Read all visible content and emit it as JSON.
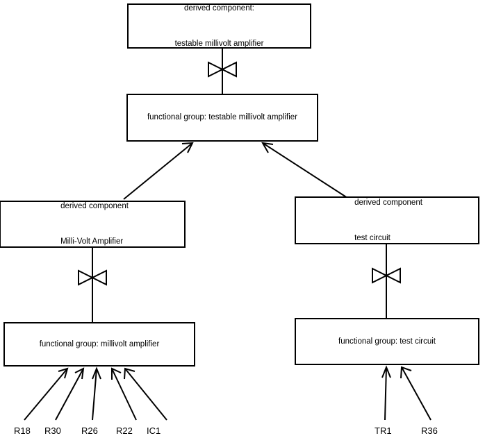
{
  "diagram": {
    "title": "derived component decomposition diagram",
    "background_color": "#ffffff",
    "line_color": "#000000",
    "nodes": [
      {
        "id": "derived-testable-millivolt-amplifier",
        "line1": "derived component:",
        "line2": "testable millivolt amplifier",
        "kind": "derived component",
        "align": "center"
      },
      {
        "id": "fg-testable-millivolt-amplifier",
        "line1": "functional group: testable millivolt amplifier",
        "line2": "",
        "kind": "functional group",
        "align": "center"
      },
      {
        "id": "derived-milli-volt-amplifier",
        "line1": "derived component",
        "line2": "Milli-Volt Amplifier",
        "kind": "derived component",
        "align": "left"
      },
      {
        "id": "derived-test-circuit",
        "line1": "derived component",
        "line2": "test circuit",
        "kind": "derived component",
        "align": "left"
      },
      {
        "id": "fg-millivolt-amplifier",
        "line1": "functional group: millivolt amplifier",
        "line2": "",
        "kind": "functional group",
        "align": "center"
      },
      {
        "id": "fg-test-circuit",
        "line1": "functional group: test circuit",
        "line2": "",
        "kind": "functional group",
        "align": "center"
      }
    ],
    "leaf_labels_left": [
      {
        "id": "r18",
        "label": "R18"
      },
      {
        "id": "r30",
        "label": "R30"
      },
      {
        "id": "r26",
        "label": "R26"
      },
      {
        "id": "r22",
        "label": "R22"
      },
      {
        "id": "ic1",
        "label": "IC1"
      }
    ],
    "leaf_labels_right": [
      {
        "id": "tr1",
        "label": "TR1"
      },
      {
        "id": "r36",
        "label": "R36"
      }
    ],
    "connectors": {
      "realization_symbol": "bowtie",
      "realization_count": 3,
      "arrow_style": "open-v-arrowhead",
      "arrow_count": 9
    }
  }
}
